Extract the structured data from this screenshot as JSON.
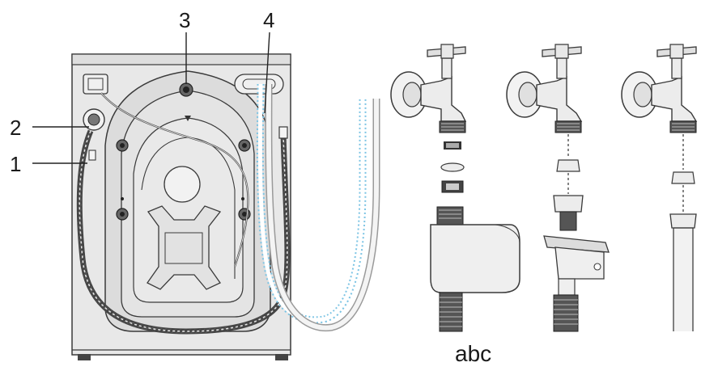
{
  "figure": {
    "callouts": {
      "one": "1",
      "two": "2",
      "three": "3",
      "four": "4"
    },
    "caption": "abc"
  },
  "colors": {
    "line": "#3a3a3a",
    "panel": "#e6e6e6",
    "panel_dark": "#d2d2d2",
    "hose_blue": "#7cc4e4",
    "hose_grey": "#cfcfcf"
  }
}
